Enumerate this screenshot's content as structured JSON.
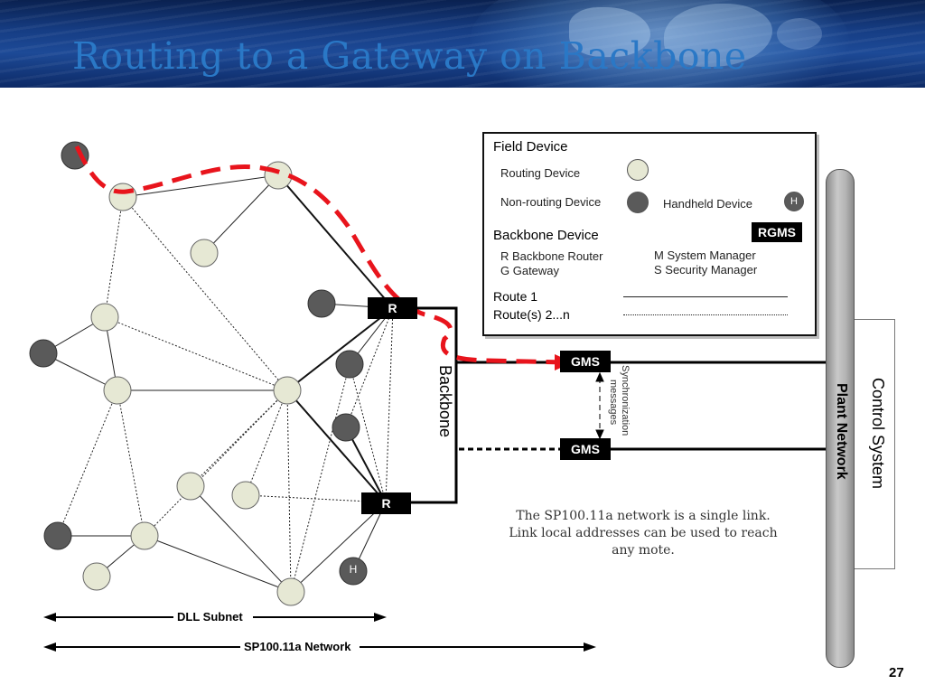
{
  "title": "Routing to a Gateway on Backbone",
  "legend": {
    "field_device": "Field Device",
    "routing_device": "Routing Device",
    "non_routing_device": "Non-routing Device",
    "handheld_device": "Handheld Device",
    "handheld_symbol": "H",
    "backbone_device": "Backbone Device",
    "rgms": "RGMS",
    "r_def": "R  Backbone Router",
    "g_def": "G  Gateway",
    "m_def": "M  System Manager",
    "s_def": "S  Security Manager",
    "route1": "Route 1",
    "route2": "Route(s) 2...n"
  },
  "diagram": {
    "router_label": "R",
    "gms_label": "GMS",
    "backbone_label": "Backbone",
    "sync_label_1": "Synchronization",
    "sync_label_2": "messages",
    "handheld_label": "H",
    "plant_network": "Plant Network",
    "control_system": "Control System",
    "dll_subnet": "DLL Subnet",
    "sp_network": "SP100.11a Network"
  },
  "note": "The SP100.11a network is a single link. Link local addresses can be used to reach any mote.",
  "page_number": "27",
  "colors": {
    "title": "#2a78c6",
    "route_highlight": "#e8141c",
    "routing_node": "#e6e8d4",
    "non_routing_node": "#5a5a5a"
  }
}
